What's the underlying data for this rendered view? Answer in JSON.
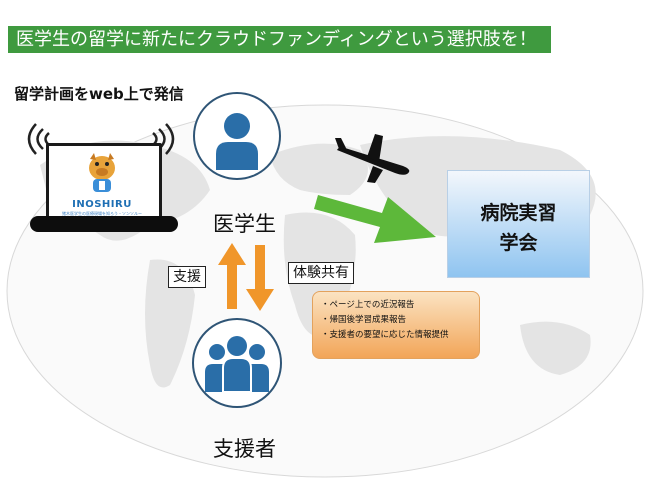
{
  "header": {
    "title": "医学生の留学に新たにクラウドファンディングという選択肢を！"
  },
  "caption": {
    "text": "留学計画をweb上で発信"
  },
  "laptop": {
    "logo_name": "INOSHIRU",
    "logo_subtitle": "猪木医学生の医療現場を知ろう・ソンソルー"
  },
  "roles": {
    "student": "医学生",
    "supporter": "支援者"
  },
  "tags": {
    "support": "支援",
    "experience_share": "体験共有"
  },
  "destination": {
    "line1": "病院実習",
    "line2": "学会"
  },
  "info": {
    "items": [
      "・ページ上での近況報告",
      "・帰国後学習成果報告",
      "・支援者の要望に応じた情報提供"
    ]
  },
  "colors": {
    "header_bg": "#3f9a3f",
    "person_icon": "#2a6ea8",
    "arrow_orange": "#f0962a",
    "arrow_green": "#5db83a",
    "map_land": "#e6e6e6"
  },
  "icons": {
    "person": "person-icon",
    "group": "group-icon",
    "airplane": "airplane-icon",
    "wifi": "wifi-signal-icon",
    "logo": "boar-mascot-icon"
  }
}
